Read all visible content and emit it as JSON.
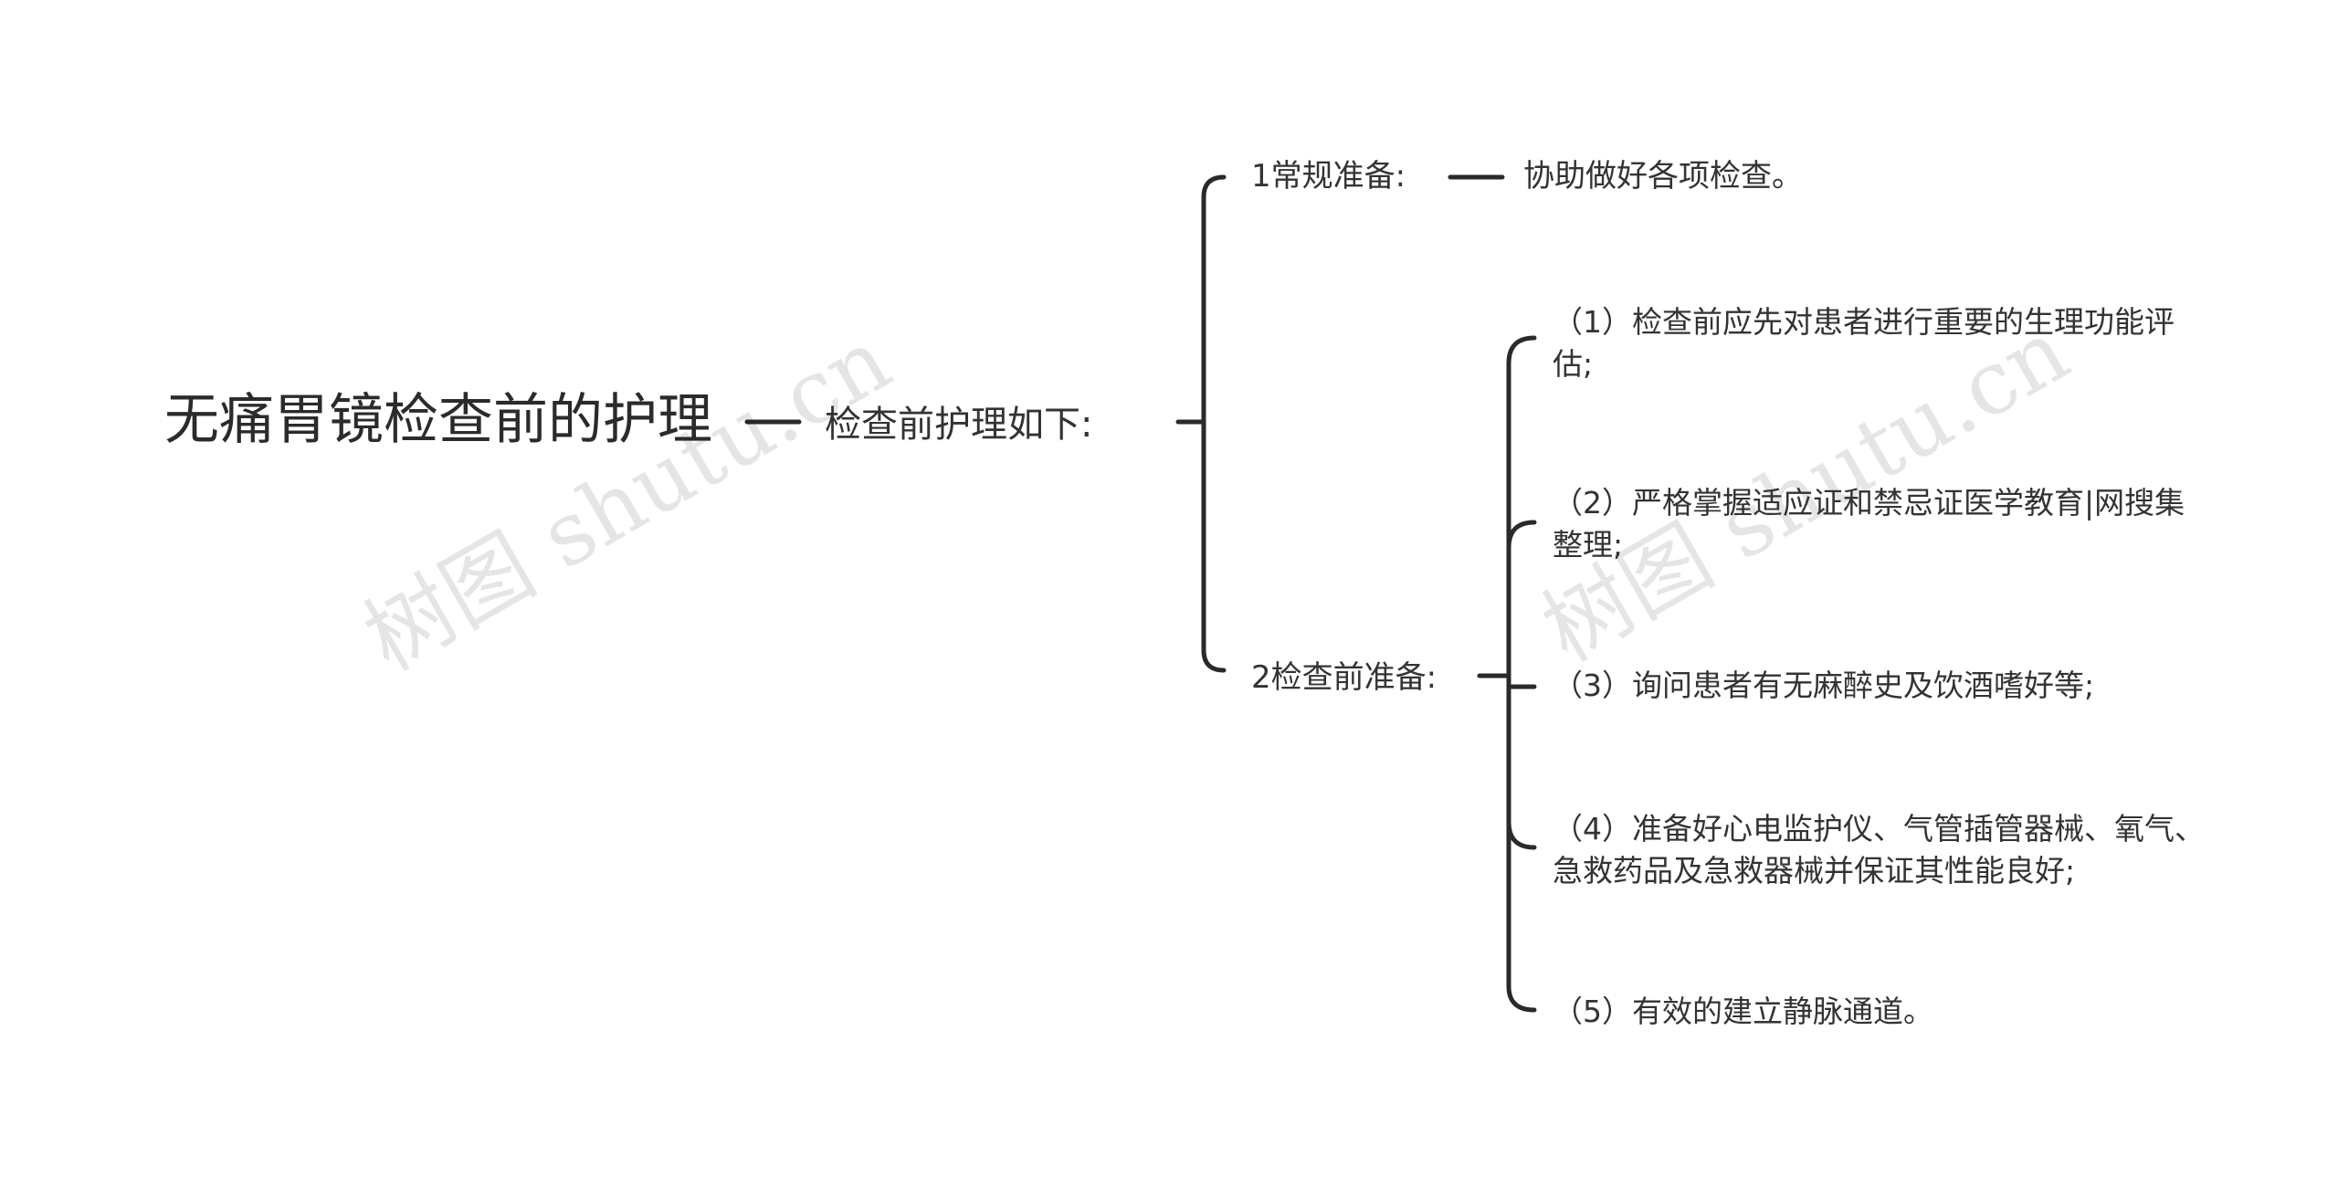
{
  "root": {
    "label": "无痛胃镜检查前的护理"
  },
  "level1": {
    "label": "检查前护理如下:"
  },
  "branches": {
    "regular": {
      "label": "1常规准备:",
      "child": "协助做好各项检查。"
    },
    "pre_exam": {
      "label": "2检查前准备:",
      "items": [
        "（1）检查前应先对患者进行重要的生理功能评估;",
        "（2）严格掌握适应证和禁忌证医学教育|网搜集整理;",
        "（3）询问患者有无麻醉史及饮酒嗜好等;",
        "（4）准备好心电监护仪、气管插管器械、氧气、急救药品及急救器械并保证其性能良好;",
        "（5）有效的建立静脉通道。"
      ]
    }
  },
  "watermark": "树图 shutu.cn",
  "colors": {
    "line": "#2a2a2a",
    "text": "#333333",
    "watermark": "#cccccc"
  }
}
